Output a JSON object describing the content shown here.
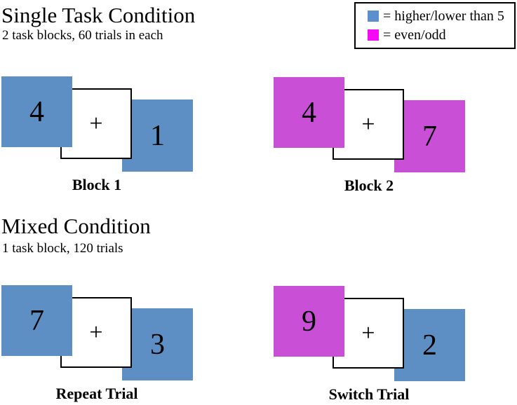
{
  "colors": {
    "stimulus_blue": "#5e8fc4",
    "stimulus_magenta": "#c94fd6",
    "legend_blue": "#5b90cc",
    "legend_magenta": "#f60af6",
    "border_black": "#000000",
    "background": "#ffffff"
  },
  "sections": {
    "single": {
      "title": "Single Task Condition",
      "subtitle": "2 task blocks, 60 trials in each"
    },
    "mixed": {
      "title": "Mixed Condition",
      "subtitle": "1 task block, 120 trials"
    }
  },
  "legend": {
    "items": [
      {
        "swatch_color": "blue",
        "label": "= higher/lower than 5"
      },
      {
        "swatch_color": "magenta",
        "label": "= even/odd"
      }
    ]
  },
  "fixation_symbol": "+",
  "groups": [
    {
      "id": "block1",
      "label": "Block 1",
      "front": {
        "value": "4",
        "color": "blue"
      },
      "back": {
        "value": "1",
        "color": "blue"
      }
    },
    {
      "id": "block2",
      "label": "Block 2",
      "front": {
        "value": "4",
        "color": "magenta"
      },
      "back": {
        "value": "7",
        "color": "magenta"
      }
    },
    {
      "id": "repeat",
      "label": "Repeat Trial",
      "front": {
        "value": "7",
        "color": "blue"
      },
      "back": {
        "value": "3",
        "color": "blue"
      }
    },
    {
      "id": "switch",
      "label": "Switch Trial",
      "front": {
        "value": "9",
        "color": "magenta"
      },
      "back": {
        "value": "2",
        "color": "blue"
      }
    }
  ]
}
